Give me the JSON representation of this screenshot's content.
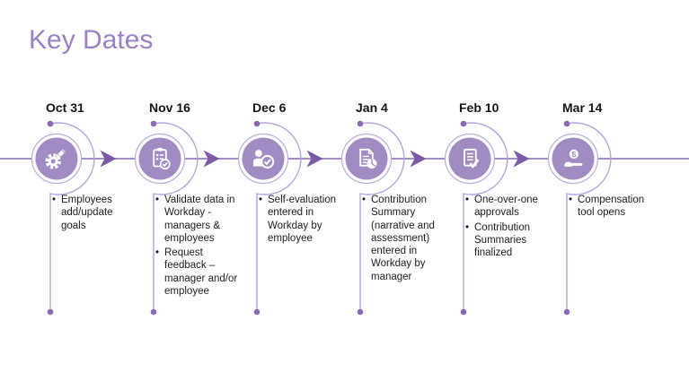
{
  "slide": {
    "title": "Key Dates"
  },
  "colors": {
    "title": "#9C7FC9",
    "circle_fill": "#A08BC5",
    "ring_stroke": "#BBABDB",
    "arc_line": "#B5A3D9",
    "dot": "#8A69B4",
    "timeline_line": "#A28FC9",
    "arrow": "#7C58A8",
    "text": "#1c1c1c"
  },
  "timeline": {
    "milestones": [
      {
        "date": "Oct 31",
        "icon": "gear-pencil-icon",
        "bullets": [
          "Employees\nadd/update\ngoals"
        ]
      },
      {
        "date": "Nov 16",
        "icon": "clipboard-check-icon",
        "bullets": [
          "Validate data in\nWorkday -\nmanagers &\nemployees",
          "Request\nfeedback –\nmanager and/or\nemployee"
        ]
      },
      {
        "date": "Dec 6",
        "icon": "person-check-icon",
        "bullets": [
          "Self-evaluation\nentered in\nWorkday by\nemployee"
        ]
      },
      {
        "date": "Jan 4",
        "icon": "document-pie-icon",
        "bullets": [
          "Contribution\nSummary\n(narrative and\nassessment)\nentered in\nWorkday by\nmanager"
        ]
      },
      {
        "date": "Feb 10",
        "icon": "document-check-icon",
        "bullets": [
          "One-over-one\napprovals",
          "Contribution\nSummaries\nfinalized"
        ]
      },
      {
        "date": "Mar 14",
        "icon": "hand-dollar-icon",
        "bullets": [
          "Compensation\ntool opens"
        ]
      }
    ]
  }
}
